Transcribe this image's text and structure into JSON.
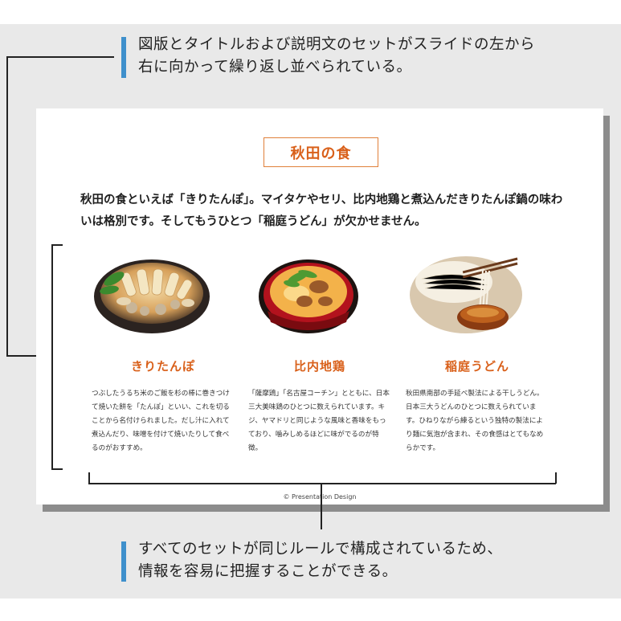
{
  "annotation_top": {
    "lines": [
      "図版とタイトルおよび説明文のセットがスライドの左から",
      "右に向かって繰り返し並べられている。"
    ]
  },
  "annotation_bottom": {
    "lines": [
      "すべてのセットが同じルールで構成されているため、",
      "情報を容易に把握することができる。"
    ]
  },
  "slide": {
    "title": "秋田の食",
    "lead": "秋田の食といえば「きりたんぽ」。マイタケやセリ、比内地鶏と煮込んだきりたんぽ鍋の味わいは格別です。そしてもうひとつ「稲庭うどん」が欠かせません。",
    "items": [
      {
        "title": "きりたんぽ",
        "photo": "kiritanpo-nabe-photo",
        "body": "つぶしたうるち米のご飯を杉の棒に巻きつけて焼いた餅を「たんぽ」といい、これを切ることから名付けられました。だし汁に入れて煮込んだり、味噌を付けて焼いたりして食べるのがおすすめ。"
      },
      {
        "title": "比内地鶏",
        "photo": "oyakodon-photo",
        "body": "「薩摩鶏」「名古屋コーチン」とともに、日本三大美味鶏のひとつに数えられています。キジ、ヤマドリと同じような風味と香味をもっており、噛みしめるほどに味がでるのが特徴。"
      },
      {
        "title": "稲庭うどん",
        "photo": "inaniwa-udon-photo",
        "body": "秋田県南部の手延べ製法による干しうどん。日本三大うどんのひとつに数えられています。ひねりながら練るという独特の製法により麺に気泡が含まれ、その食感はとてもなめらかです。"
      }
    ],
    "credit": "© Presentation Design"
  },
  "colors": {
    "accent": "#d9601a",
    "note_bar": "#3f90cc",
    "background": "#e9e9e9"
  }
}
